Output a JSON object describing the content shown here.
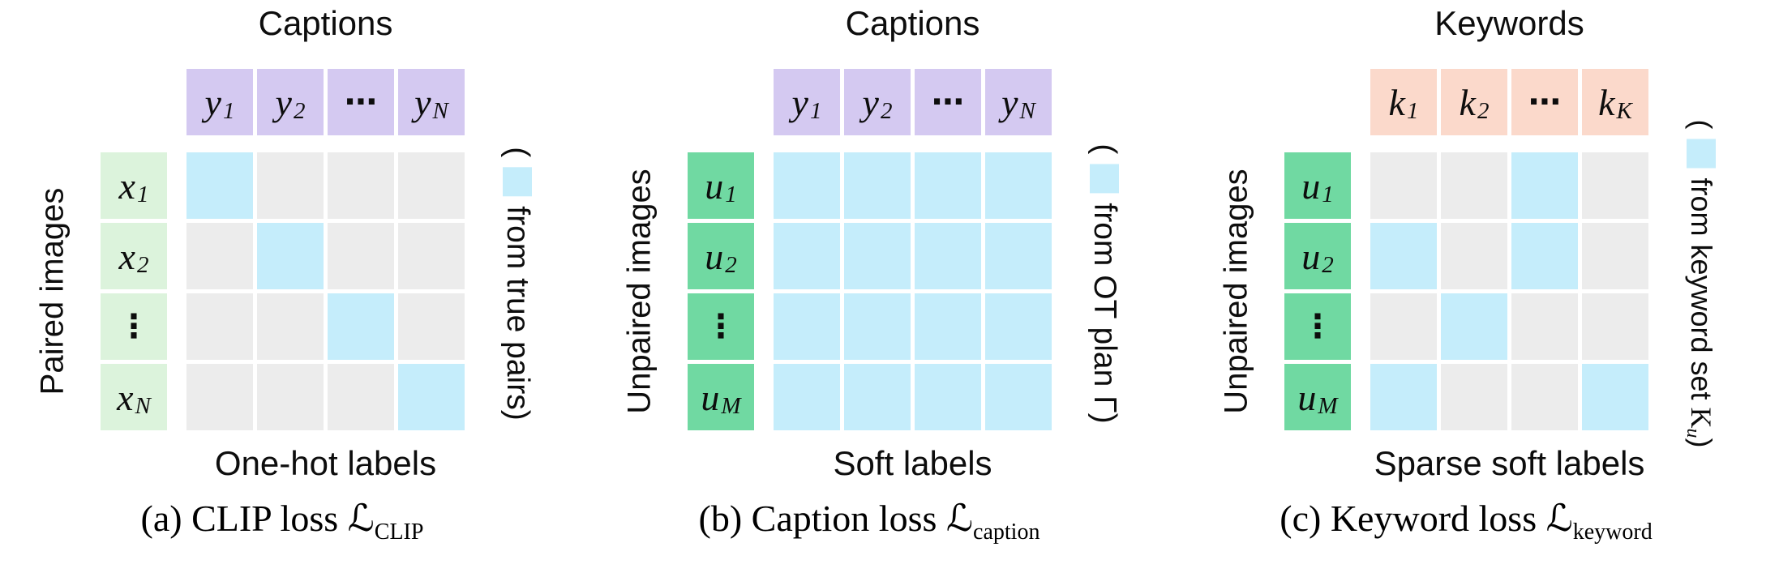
{
  "figure": {
    "colors": {
      "cell_on": "#c5edfb",
      "cell_off": "#ececec",
      "legend_square": "#c5edfb",
      "text": "#111111"
    },
    "panels": [
      {
        "id": "a",
        "title": "Captions",
        "left_label": "Paired images",
        "col_labels": [
          {
            "base": "y",
            "sub": "1"
          },
          {
            "base": "y",
            "sub": "2"
          },
          {
            "base": "⋯",
            "sub": ""
          },
          {
            "base": "y",
            "sub": "N"
          }
        ],
        "row_labels": [
          {
            "base": "x",
            "sub": "1"
          },
          {
            "base": "x",
            "sub": "2"
          },
          {
            "base": "⋮",
            "sub": ""
          },
          {
            "base": "x",
            "sub": "N"
          }
        ],
        "matrix": [
          [
            1,
            0,
            0,
            0
          ],
          [
            0,
            1,
            0,
            0
          ],
          [
            0,
            0,
            1,
            0
          ],
          [
            0,
            0,
            0,
            1
          ]
        ],
        "bottom_label": "One-hot labels",
        "caption": {
          "prefix": "(a) CLIP loss ",
          "script": "ℒ",
          "sub": "CLIP"
        },
        "legend": {
          "open": "(",
          "label": "from true pairs",
          "sym": "",
          "sub": "",
          "close": ")"
        },
        "colors": {
          "header": "#d4c9f1",
          "row_header": "#dcf3dc"
        }
      },
      {
        "id": "b",
        "title": "Captions",
        "left_label": "Unpaired images",
        "col_labels": [
          {
            "base": "y",
            "sub": "1"
          },
          {
            "base": "y",
            "sub": "2"
          },
          {
            "base": "⋯",
            "sub": ""
          },
          {
            "base": "y",
            "sub": "N"
          }
        ],
        "row_labels": [
          {
            "base": "u",
            "sub": "1"
          },
          {
            "base": "u",
            "sub": "2"
          },
          {
            "base": "⋮",
            "sub": ""
          },
          {
            "base": "u",
            "sub": "M"
          }
        ],
        "matrix": [
          [
            1,
            1,
            1,
            1
          ],
          [
            1,
            1,
            1,
            1
          ],
          [
            1,
            1,
            1,
            1
          ],
          [
            1,
            1,
            1,
            1
          ]
        ],
        "bottom_label": "Soft labels",
        "caption": {
          "prefix": "(b) Caption loss ",
          "script": "ℒ",
          "sub": "caption"
        },
        "legend": {
          "open": "(",
          "label": "from OT plan Γ",
          "sym": "",
          "sub": "",
          "close": ")"
        },
        "colors": {
          "header": "#d4c9f1",
          "row_header": "#70d9a2"
        }
      },
      {
        "id": "c",
        "title": "Keywords",
        "left_label": "Unpaired images",
        "col_labels": [
          {
            "base": "k",
            "sub": "1"
          },
          {
            "base": "k",
            "sub": "2"
          },
          {
            "base": "⋯",
            "sub": ""
          },
          {
            "base": "k",
            "sub": "K"
          }
        ],
        "row_labels": [
          {
            "base": "u",
            "sub": "1"
          },
          {
            "base": "u",
            "sub": "2"
          },
          {
            "base": "⋮",
            "sub": ""
          },
          {
            "base": "u",
            "sub": "M"
          }
        ],
        "matrix": [
          [
            0,
            0,
            1,
            0
          ],
          [
            1,
            0,
            1,
            0
          ],
          [
            0,
            1,
            0,
            0
          ],
          [
            1,
            0,
            0,
            1
          ]
        ],
        "bottom_label": "Sparse soft labels",
        "caption": {
          "prefix": "(c) Keyword loss ",
          "script": "ℒ",
          "sub": "keyword"
        },
        "legend": {
          "open": "(",
          "label": "from keyword set",
          "sym": "K",
          "sub": "u",
          "close": ")"
        },
        "colors": {
          "header": "#fbd9cb",
          "row_header": "#70d9a2"
        }
      }
    ]
  }
}
